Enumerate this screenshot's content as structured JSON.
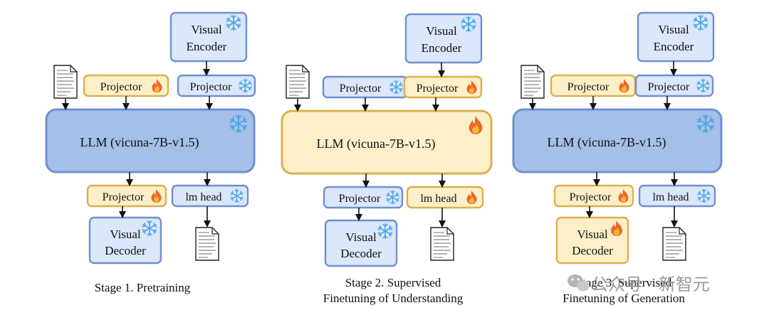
{
  "colors": {
    "frozen_fill": "#dbe7fa",
    "frozen_stroke": "#6f8fcf",
    "trainable_fill": "#fdf0c9",
    "trainable_stroke": "#d9b04c",
    "llm_frozen_fill": "#a4bfe8",
    "llm_frozen_stroke": "#6f8fcf",
    "llm_trainable_fill": "#fdf0c9",
    "llm_trainable_stroke": "#d9b04c",
    "snowflake": "#4aa6e6",
    "flame_outer": "#f0642a",
    "flame_inner": "#ffb938",
    "arrow": "#111111",
    "watermark": "#9a9a9a"
  },
  "labels": {
    "visual_encoder_line1": "Visual",
    "visual_encoder_line2": "Encoder",
    "projector": "Projector",
    "llm": "LLM (vicuna-7B-v1.5)",
    "lm_head": "lm head",
    "visual_decoder_line1": "Visual",
    "visual_decoder_line2": "Decoder"
  },
  "stages": [
    {
      "caption_line1": "Stage 1. Pretraining",
      "caption_line2": "",
      "visual_encoder": "frozen",
      "text_projector": "trainable",
      "visual_projector": "frozen",
      "llm": "frozen",
      "output_projector": "trainable",
      "lm_head": "frozen",
      "visual_decoder": "frozen"
    },
    {
      "caption_line1": "Stage 2. Supervised",
      "caption_line2": "Finetuning of Understanding",
      "visual_encoder": "frozen",
      "text_projector": "frozen",
      "visual_projector": "trainable",
      "llm": "trainable",
      "output_projector": "frozen",
      "lm_head": "trainable",
      "visual_decoder": "frozen"
    },
    {
      "caption_line1": "Stage 3. Supervised",
      "caption_line2": "Finetuning of Generation",
      "visual_encoder": "frozen",
      "text_projector": "trainable",
      "visual_projector": "frozen",
      "llm": "frozen",
      "output_projector": "trainable",
      "lm_head": "frozen",
      "visual_decoder": "trainable"
    }
  ],
  "icons": {
    "frozen": "snowflake-icon",
    "trainable": "flame-icon",
    "text_input": "document-icon",
    "text_output": "document-icon",
    "watermark_logo": "wechat-icon"
  },
  "watermark": {
    "text": "公众号 · 新智元"
  }
}
